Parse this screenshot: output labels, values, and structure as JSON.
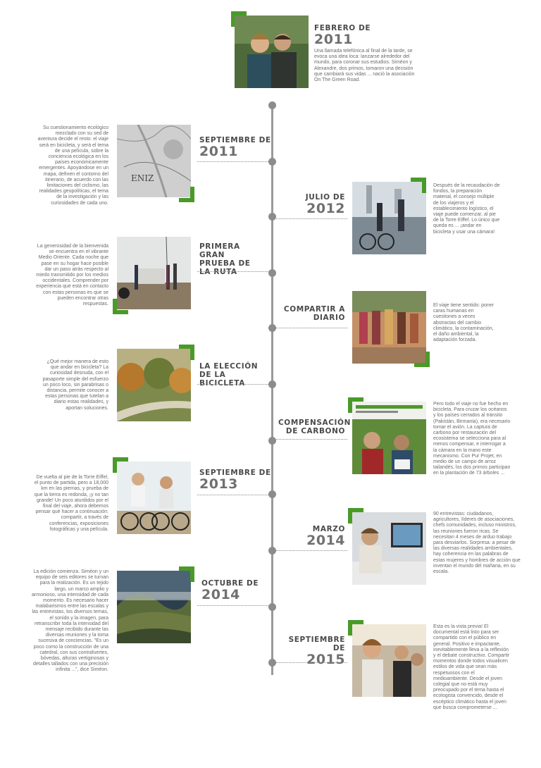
{
  "entries": [
    {
      "heading_small": "FEBRERO DE",
      "heading_big": "2011",
      "text": "Una llamada telefónica al final de la tarde, se evoca una idea loca: lanzarse alrededor del mundo, para coronar sus estudios. Siméon y Alexandre, dos primos, tomaron una decisión que cambiará sus vidas ... nació la asociación On The Green Road.",
      "image": "two-men-portrait-photo"
    },
    {
      "heading_small": "SEPTIEMBRE DE",
      "heading_big": "2011",
      "text": "Su cuestionamiento ecológico mezclado con su sed de aventura decide el resto: el viaje será en bicicleta, y será el tema de una película, sobre la conciencia ecológica en los países económicamente emergentes. Apoyándose en un mapa, definen el contorno del itinerario, de acuerdo con las limitaciones del ciclismo, las realidades geopolíticas, el tema de la investigación y las curiosidades de cada uno.",
      "image": "map-photo"
    },
    {
      "heading_small": "JULIO DE",
      "heading_big": "2012",
      "text": "Después de la recaudación de fondos, la preparación material, el consejo múltiple de los viajeros y el establecimiento logístico, el viaje puede comenzar, al pie de la Torre Eiffel. Lo único que queda es ... ¡andar en bicicleta y usar una cámara!",
      "image": "departure-photo"
    },
    {
      "heading_small": "PRIMERA GRAN PRUEBA DE LA RUTA",
      "heading_big": "",
      "text": "La generosidad de la bienvenida se encuentra en el vibrante Medio Oriente. Cada noche que pase en su hogar hace posible dar un paso atrás respecto al miedo transmitido por los medios occidentales. Comprender por experiencia que está en contacto con estas personas es que se pueden encontrar otras respuestas.",
      "image": "roadside-group-photo"
    },
    {
      "heading_small": "COMPARTIR A DIARIO",
      "heading_big": "",
      "text": "El viaje tiene sentido: poner caras humanas en cuestiones a veces abstractas del cambio climático, la contaminación, el daño ambiental, la adaptación forzada.",
      "image": "children-photo"
    },
    {
      "heading_small": "LA ELECCIÓN DE LA BICICLETA",
      "heading_big": "",
      "text": "¿Qué mejor manera de esto que andar en bicicleta? La curiosidad desnuda, con el pasaporte simple del esfuerzo un poco loco, sin parabrisas o distancia, permite conocer a estas personas que tutelan a diario estas realidades, y aportan soluciones.",
      "image": "forest-road-photo"
    },
    {
      "heading_small": "COMPENSACIÓN DE CARBONO",
      "heading_big": "",
      "text": "Pero todo el viaje no fue hecho en bicicleta. Para cruzar los océanos y los países cerrados al tránsito (Pakistán, Birmania), era necesario tomar el avión. La captura de carbono por restauración del ecosistema se selecciona para al menos compensar, e interrogar a la cámara en la mano este mecanismo. Con Pur Projet, en medio de un campo de arroz tailandés, los dos primos participan en la plantación de 73 árboles ...",
      "image": "carbon-photo"
    },
    {
      "heading_small": "SEPTIEMBRE DE",
      "heading_big": "2013",
      "text": "De vuelta al pie de la Torre Eiffel, el punto de partida, pero a 18,000 km en las piernas, y prueba de que la tierra es redonda, ¡y no tan grande! Un poco aturdidos por el final del viaje, ahora debemos pensar qué hacer a continuación: compartir, a través de conferencias, exposiciones fotográficas y una película.",
      "image": "cyclists-photo"
    },
    {
      "heading_small": "MARZO",
      "heading_big": "2014",
      "text": "90 entrevistas: ciudadanos, agricultores, líderes de asociaciones, chefs comunidades, incluso ministros, las reuniones fueron ricas. Se necesitan 4 meses de arduo trabajo para desviarlos. Sorpresa: a pesar de las diversas realidades ambientales, hay coherencia en las palabras de estas mujeres y hombres de acción que inventan el mundo del mañana, en su escala.",
      "image": "editing-photo"
    },
    {
      "heading_small": "OCTUBRE DE",
      "heading_big": "2014",
      "text": "La edición comienza. Siméon y un equipo de seis editores se turnan para la realización. Es un tejido largo, un marco amplio y armonioso, una intensidad de cada momento. Es necesario hacer malabarismos entre las escalas y las entrevistas, los diversos temas, el sonido y la imagen, para retranscribir toda la intensidad del mensaje recibido durante las diversas reuniones y la toma sucesiva de conciencias. \"Es un poco como la construcción de una catedral, con sus contrafuertes, bóvedas, alturas vertiginosas y detalles tallados con una precisión infinita ...\", dice Siméon.",
      "image": "mountains-photo"
    },
    {
      "heading_small": "SEPTIEMBRE DE",
      "heading_big": "2015",
      "text": "Esta es la vista previa! El documental está listo para ser compartido con el público en general. Positivo e impactante, inevitablemente lleva a la reflexión y el debate constructivo. Compartir momentos donde todos visualicen estilos de vida que sean más respetuosos con el medioambiente. Desde el joven colegial que no está muy preocupado por el tema hasta el ecologista convencido, desde el escéptico climático hasta el joven que busca comprometerse ...",
      "image": "presentation-photo"
    }
  ],
  "colors": {
    "accent": "#4a9a2a",
    "axis": "#9a9a9a",
    "text": "#6a6a6a"
  }
}
